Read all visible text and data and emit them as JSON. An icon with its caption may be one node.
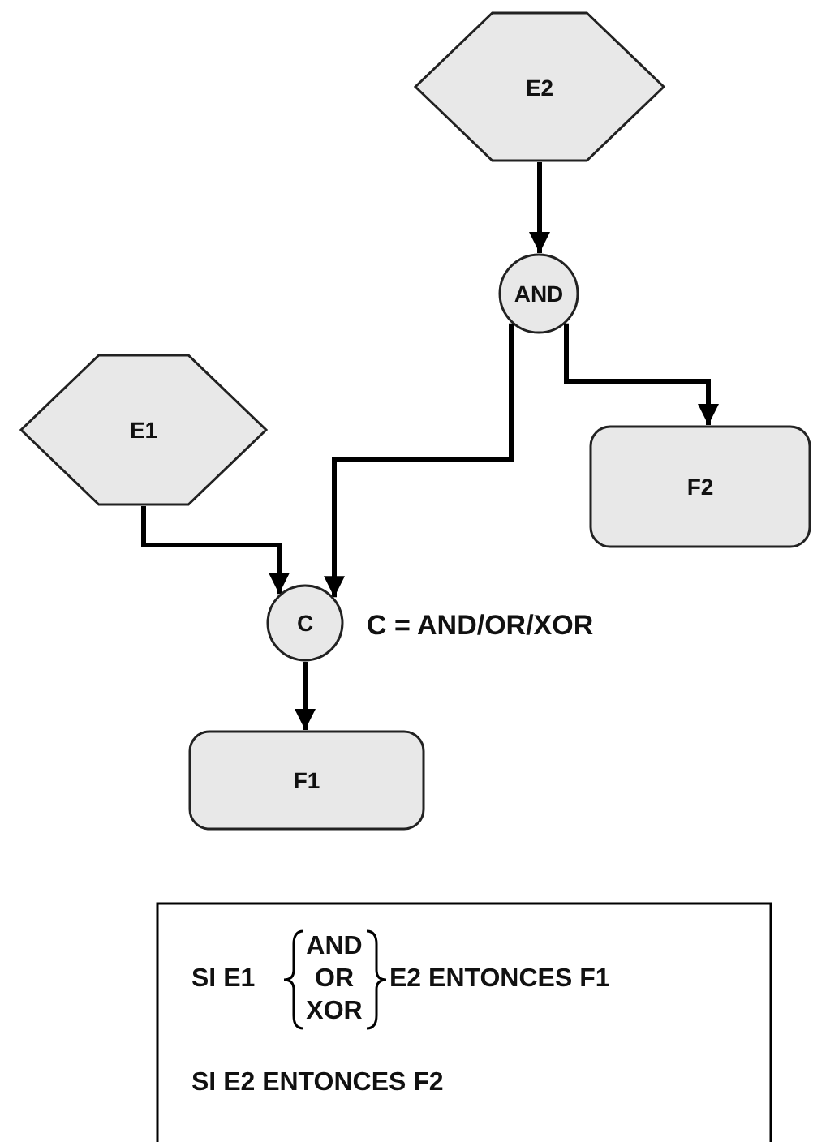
{
  "diagram": {
    "nodes": [
      {
        "text": [
          "E2"
        ]
      },
      {
        "text": [
          "AND"
        ]
      },
      {
        "text": [
          "E1"
        ]
      },
      {
        "text": [
          "F2"
        ]
      },
      {
        "text": [
          "C"
        ],
        "beside": [
          "C = AND/OR/XOR"
        ]
      },
      {
        "text": [
          "F1"
        ]
      },
      {
        "text": [
          "SI E1",
          "AND",
          "OR",
          "XOR",
          "E2 ENTONCES F1",
          "SI E2 ENTONCES F2"
        ]
      }
    ],
    "edges": [
      {
        "from": 0,
        "to": 1,
        "arrow": "to"
      },
      {
        "from": 1,
        "to": 4,
        "arrow": "to"
      },
      {
        "from": 1,
        "to": 3,
        "arrow": "to"
      },
      {
        "from": 2,
        "to": 4,
        "arrow": "to"
      },
      {
        "from": 4,
        "to": 5,
        "arrow": "to"
      }
    ]
  }
}
